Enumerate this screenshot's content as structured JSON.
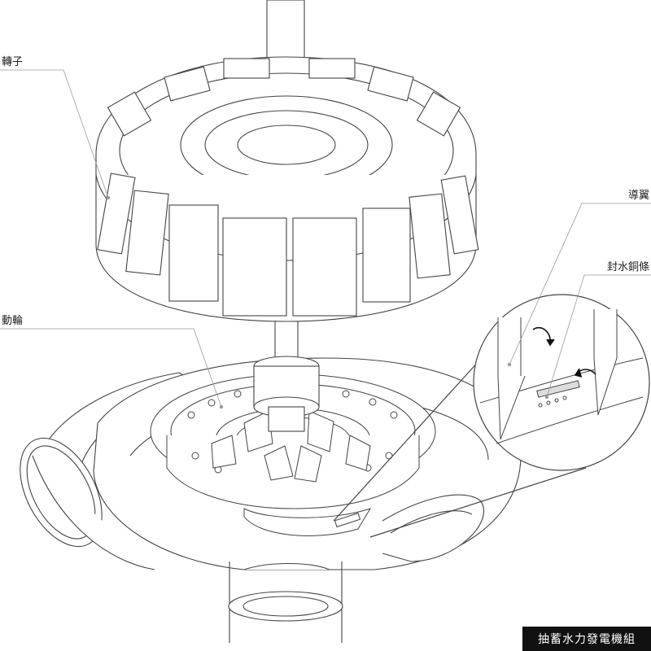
{
  "labels": {
    "rotor": "轉子",
    "runner": "動輪",
    "guide_vane": "導翼",
    "seal_strip": "封水銅條"
  },
  "caption": "抽蓄水力發電機組",
  "colors": {
    "line": "#444444",
    "leader": "#9a9a9a",
    "caption_bg": "#111111",
    "caption_text": "#ffffff"
  }
}
